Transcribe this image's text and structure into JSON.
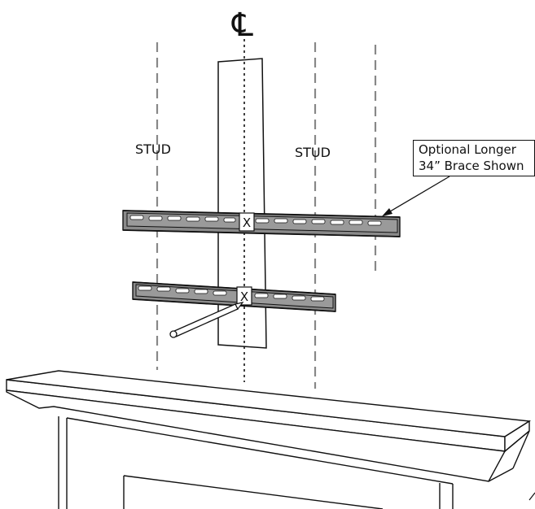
{
  "labels": {
    "centerline": "℄",
    "stud_left": "STUD",
    "stud_right": "STUD",
    "mark_upper": "X",
    "mark_lower": "X"
  },
  "callout": {
    "line1": "Optional Longer",
    "line2": "34” Brace Shown"
  }
}
